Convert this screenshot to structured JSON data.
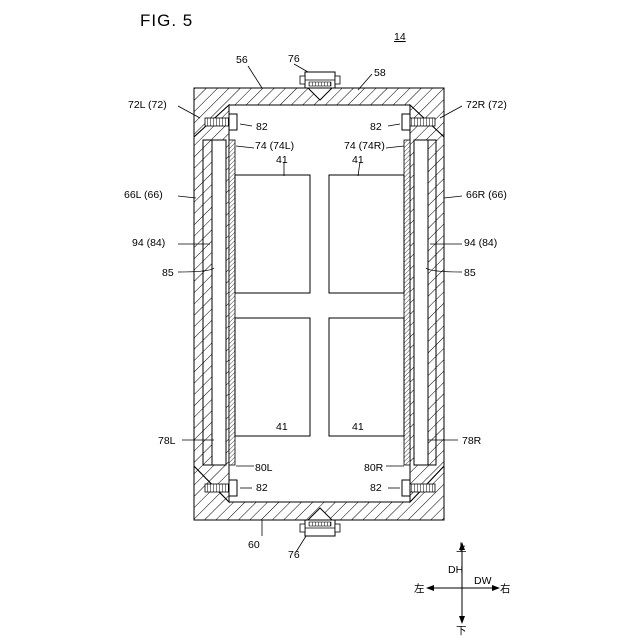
{
  "figure": {
    "title": "FIG. 5",
    "ref": "14"
  },
  "labels": {
    "l56": "56",
    "l58": "58",
    "l76_top": "76",
    "l76_bot": "76",
    "l72L": "72L (72)",
    "l72R": "72R (72)",
    "l82_tl": "82",
    "l82_tr": "82",
    "l82_bl": "82",
    "l82_br": "82",
    "l74L": "74 (74L)",
    "l74R": "74 (74R)",
    "l41_1": "41",
    "l41_2": "41",
    "l41_3": "41",
    "l41_4": "41",
    "l66L": "66L (66)",
    "l66R": "66R (66)",
    "l94L": "94 (84)",
    "l94R": "94 (84)",
    "l85L": "85",
    "l85R": "85",
    "l78L": "78L",
    "l78R": "78R",
    "l80L": "80L",
    "l80R": "80R",
    "l60": "60"
  },
  "axes": {
    "dh": "DH",
    "dw": "DW",
    "up": "上",
    "down": "下",
    "left": "左",
    "right": "右"
  }
}
